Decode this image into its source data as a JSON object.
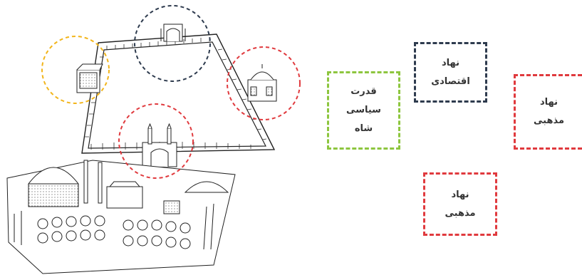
{
  "illustration": {
    "subject": "isometric-line-drawing-naqsh-e-jahan-square",
    "highlight_colors": [
      "#f2b51b",
      "#2e3b4e",
      "#e03a3e",
      "#e03a3e"
    ]
  },
  "labels": {
    "shah": {
      "line1": "قدرت",
      "line2": "سیاسی",
      "line3": "شاه",
      "color": "#8dc63f"
    },
    "economic": {
      "line1": "نهاد",
      "line2": "اقتصادی",
      "color": "#2e3b4e"
    },
    "religious_right": {
      "line1": "نهاد",
      "line2": "مذهبی",
      "color": "#e03a3e"
    },
    "religious_bottom": {
      "line1": "نهاد",
      "line2": "مذهبی",
      "color": "#e03a3e"
    }
  }
}
